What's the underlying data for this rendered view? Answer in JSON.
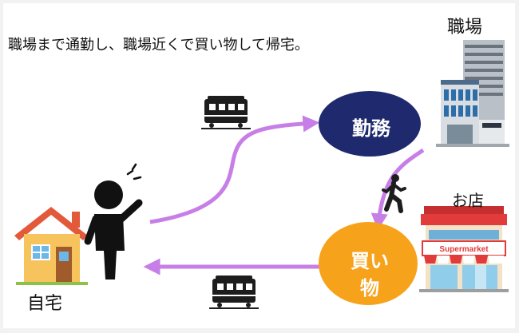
{
  "description": "職場まで通勤し、職場近くで買い物して帰宅。",
  "labels": {
    "workplace": "職場",
    "home": "自宅",
    "shop": "お店"
  },
  "nodes": {
    "work": "勤務",
    "shopping_line1": "買い",
    "shopping_line2": "物"
  },
  "supermarket_sign": "Supermarket",
  "icons": {
    "home": "house-icon",
    "person": "person-icon",
    "workplace": "office-building-icon",
    "shop": "supermarket-icon",
    "train_to_work": "train-icon",
    "train_to_home": "train-icon",
    "walk": "walking-person-icon"
  },
  "colors": {
    "work_node": "#1f2a6e",
    "shopping_node": "#f7a21b",
    "arrow": "#c77ee6",
    "house_roof": "#e35a3a",
    "house_wall": "#f6c35c",
    "shop_roof": "#e23b3b",
    "shop_awning": "#e23b3b"
  }
}
